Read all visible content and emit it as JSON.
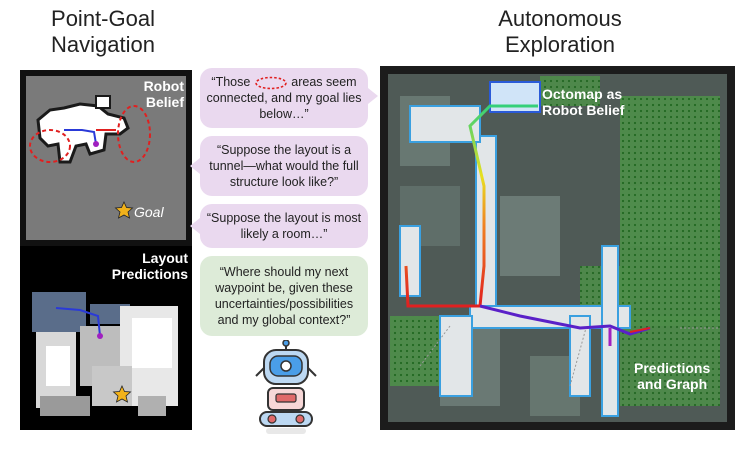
{
  "left": {
    "title_line1": "Point-Goal",
    "title_line2": "Navigation",
    "robot_belief_line1": "Robot",
    "robot_belief_line2": "Belief",
    "goal_label": "Goal",
    "layout_line1": "Layout",
    "layout_line2": "Predictions"
  },
  "bubbles": {
    "b1_pre": "“Those",
    "b1_post": "areas seem connected, and my goal lies below…”",
    "b2": "“Suppose the layout is a tunnel—what would the full structure look like?”",
    "b3": "“Suppose the layout is most likely a room…”",
    "b4": "“Where should my next waypoint be, given these uncertainties/possibilities and my global context?”"
  },
  "right": {
    "title_line1": "Autonomous",
    "title_line2": "Exploration",
    "octomap_line1": "Octomap as",
    "octomap_line2": "Robot Belief",
    "pred_line1": "Predictions",
    "pred_line2": "and Graph"
  },
  "colors": {
    "purple_bubble": "#ead9ef",
    "green_bubble": "#ddebd8",
    "dashed_red": "#e02020",
    "path_blue": "#2a3ad8",
    "goal_star": "#f2b21a"
  }
}
